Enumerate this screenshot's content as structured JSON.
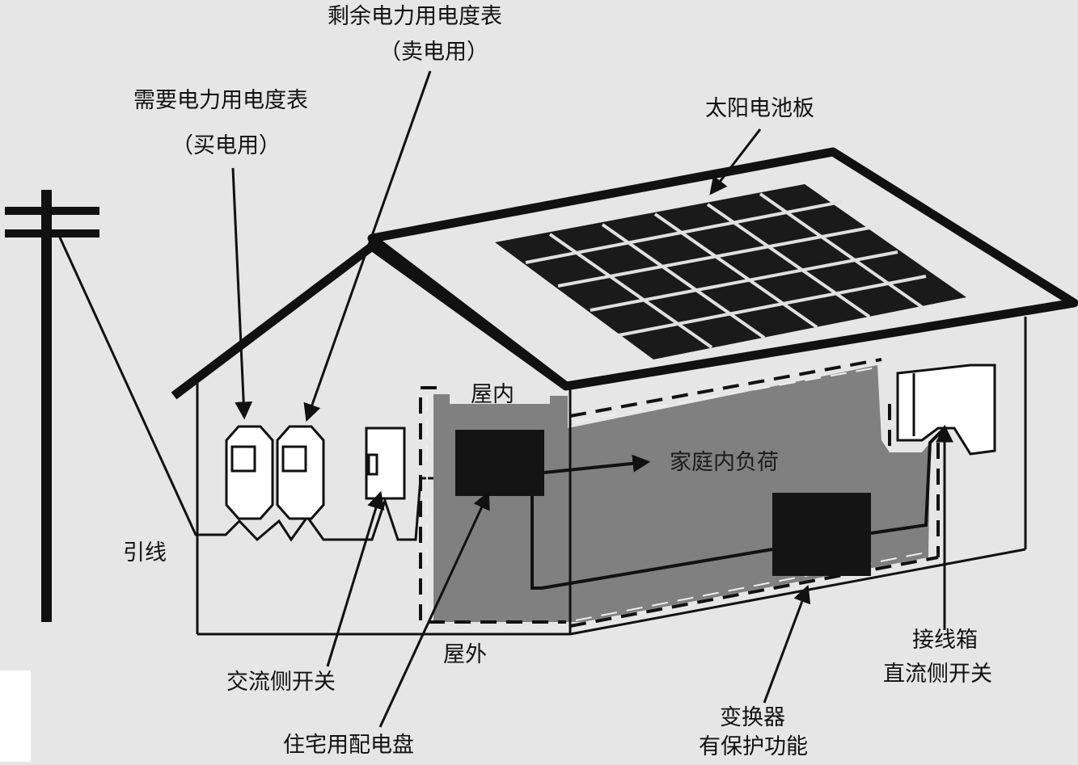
{
  "labels": {
    "surplus_meter_line1": "剩余电力用电度表",
    "surplus_meter_line2": "（卖电用）",
    "demand_meter_line1": "需要电力用电度表",
    "demand_meter_line2": "（买电用）",
    "solar_panel": "太阳电池板",
    "indoor": "屋内",
    "household_load": "家庭内负荷",
    "lead_wire": "引线",
    "outdoor": "屋外",
    "ac_switch": "交流侧开关",
    "distribution_board": "住宅用配电盘",
    "junction_box_line1": "接线箱",
    "junction_box_line2": "直流侧开关",
    "inverter_line1": "变换器",
    "inverter_line2": "有保护功能"
  },
  "colors": {
    "background": "#e6e6e6",
    "line": "#111111",
    "panel": "#1a1a1a",
    "panel_grid": "#e0e0e0",
    "indoor_area": "#808080",
    "device_box": "#141414"
  }
}
